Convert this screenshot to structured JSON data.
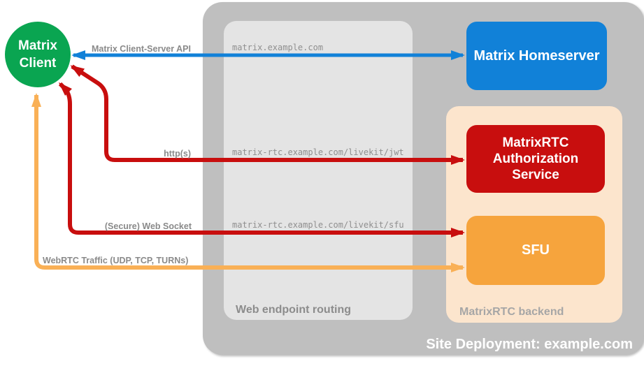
{
  "client": {
    "label": "Matrix\nClient"
  },
  "homeserver": {
    "label": "Matrix Homeserver"
  },
  "routing": {
    "caption": "Web endpoint routing",
    "endpoints": {
      "homeserver": "matrix.example.com",
      "jwt": "matrix-rtc.example.com/livekit/jwt",
      "sfu": "matrix-rtc.example.com/livekit/sfu"
    }
  },
  "backend": {
    "caption": "MatrixRTC backend",
    "auth_service": {
      "label": "MatrixRTC\nAuthorization\nService"
    },
    "sfu": {
      "label": "SFU"
    }
  },
  "deployment": {
    "caption": "Site Deployment: example.com"
  },
  "arrows": {
    "client_server_api": {
      "label": "Matrix Client-Server API",
      "color": "#1181d8",
      "bidirectional": true
    },
    "https": {
      "label": "http(s)",
      "color": "#c80e0e",
      "bidirectional": true
    },
    "websocket": {
      "label": "(Secure) Web Socket",
      "color": "#c80e0e",
      "bidirectional": true
    },
    "webrtc": {
      "label": "WebRTC Traffic (UDP, TCP, TURNs)",
      "color": "#f9b056",
      "bidirectional": true
    }
  },
  "colors": {
    "client_green": "#0aa551",
    "homeserver_blue": "#1181d8",
    "service_red": "#c80e0e",
    "sfu_orange": "#f6a43d",
    "webrtc_arrow_orange": "#f9b056",
    "outer_container_gray": "#bfbfbf",
    "routing_panel_gray": "#e4e4e4",
    "backend_panel_peach": "#fce5cd",
    "label_gray": "#8a8a8a"
  }
}
